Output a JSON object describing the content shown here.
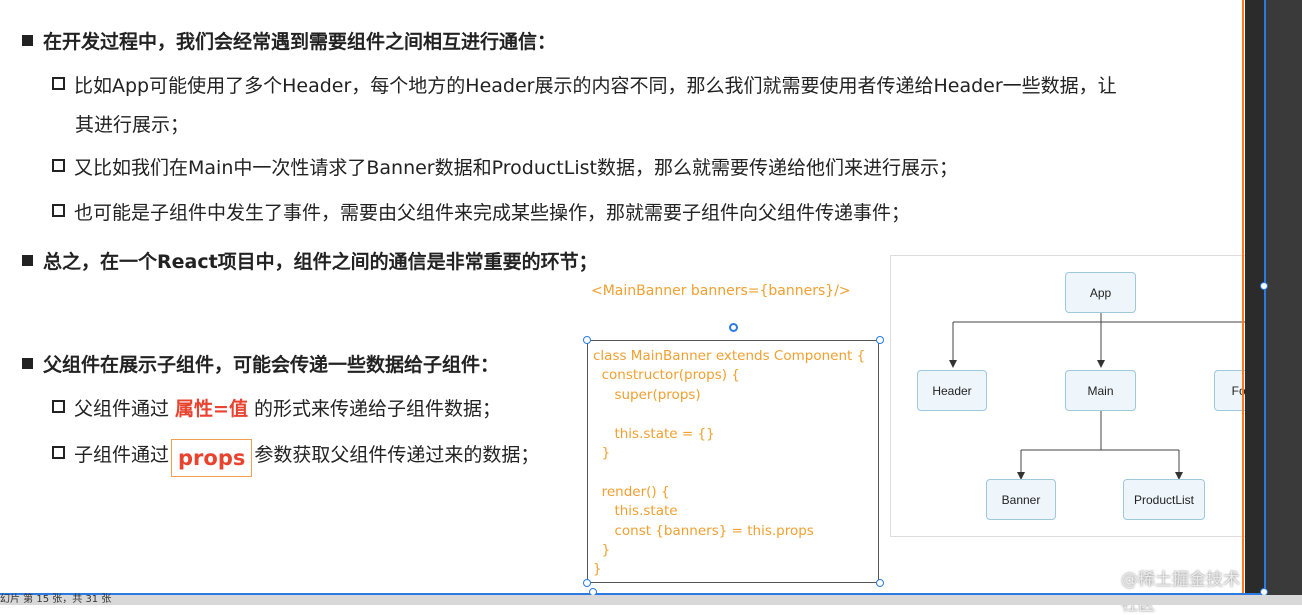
{
  "bullets": {
    "b1": "在开发过程中，我们会经常遇到需要组件之间相互进行通信：",
    "b1_1a": "比如App可能使用了多个Header，每个地方的Header展示的内容不同，那么我们就需要使用者传递给Header一些数据，让",
    "b1_1b": "其进行展示；",
    "b1_2": "又比如我们在Main中一次性请求了Banner数据和ProductList数据，那么就需要传递给他们来进行展示；",
    "b1_3": "也可能是子组件中发生了事件，需要由父组件来完成某些操作，那就需要子组件向父组件传递事件；",
    "b2": "总之，在一个React项目中，组件之间的通信是非常重要的环节；",
    "b3": "父组件在展示子组件，可能会传递一些数据给子组件：",
    "b3_1_pre": "父组件通过 ",
    "b3_1_hl": "属性=值",
    "b3_1_post": " 的形式来传递给子组件数据；",
    "b3_2_pre": "子组件通过",
    "b3_2_hl": "props",
    "b3_2_post": "参数获取父组件传递过来的数据；"
  },
  "jsx_snippet": "<MainBanner banners={banners}/>",
  "code": "class MainBanner extends Component {\n  constructor(props) {\n     super(props)\n\n     this.state = {}\n  }\n\n  render() {\n     this.state\n     const {banners} = this.props\n  }\n}",
  "diagram": {
    "app": "App",
    "header": "Header",
    "main": "Main",
    "footer": "Footer",
    "banner": "Banner",
    "productlist": "ProductList"
  },
  "status": "幻片 第 15 张，共 31 张",
  "watermark": "@稀土掘金技术社区",
  "colors": {
    "highlight": "#e8432f",
    "code": "#f0a030",
    "selection": "#2a7ae2"
  }
}
